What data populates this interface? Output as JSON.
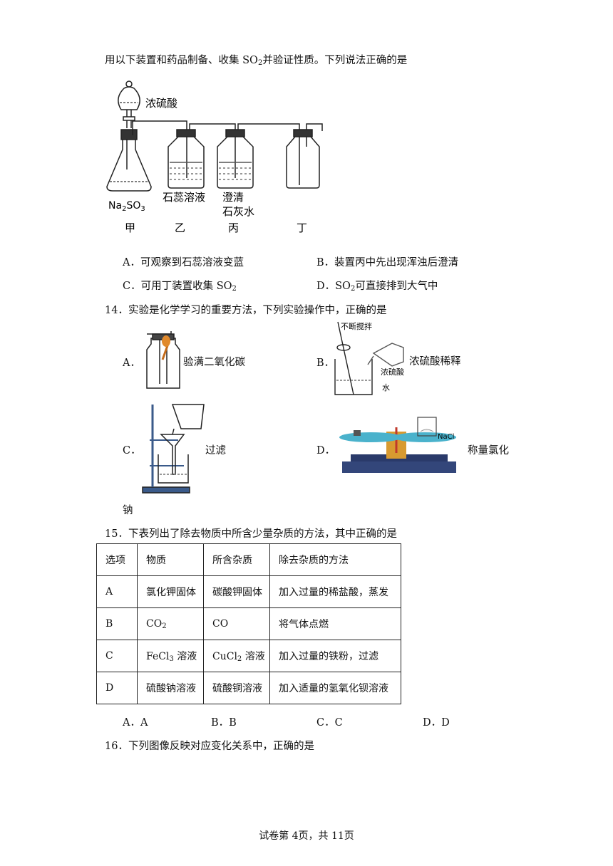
{
  "q13": {
    "stem_pre": "用以下装置和药品制备、收集 SO",
    "stem_sub": "2",
    "stem_post": "并验证性质。下列说法正确的是",
    "labels": {
      "acid": "浓硫酸",
      "reagent_pre": "Na",
      "reagent_sub1": "2",
      "reagent_mid": "SO",
      "reagent_sub2": "3",
      "litmus": "石蕊溶液",
      "lime1": "澄清",
      "lime2": "石灰水",
      "jia": "甲",
      "yi": "乙",
      "bing": "丙",
      "ding": "丁"
    },
    "options": {
      "a": "A．可观察到石蕊溶液变蓝",
      "b": "B．装置丙中先出现浑浊后澄清",
      "c_pre": "C．可用丁装置收集 SO",
      "c_sub": "2",
      "d_pre": "D．SO",
      "d_sub": "2",
      "d_post": "可直接排到大气中"
    }
  },
  "q14": {
    "stem": "14．实验是化学学习的重要方法，下列实验操作中，正确的是",
    "a_letter": "A．",
    "a_text": "验满二氧化碳",
    "b_letter": "B．",
    "b_text": "浓硫酸稀释",
    "b_stir": "不断搅拌",
    "b_acid": "浓硫酸",
    "b_water": "水",
    "c_letter": "C．",
    "c_text": "过滤",
    "d_letter": "D．",
    "d_text": "称量氯化",
    "d_nacl": "NaCl",
    "d_cont": "钠"
  },
  "q15": {
    "stem": "15．下表列出了除去物质中所含少量杂质的方法，其中正确的是",
    "headers": [
      "选项",
      "物质",
      "所含杂质",
      "除去杂质的方法"
    ],
    "rows": [
      {
        "opt": "A",
        "substance": "氯化钾固体",
        "impurity": "碳酸钾固体",
        "method": "加入过量的稀盐酸，蒸发"
      },
      {
        "opt": "B",
        "substance_pre": "CO",
        "substance_sub": "2",
        "impurity": "CO",
        "method": "将气体点燃"
      },
      {
        "opt": "C",
        "substance_pre": "FeCl",
        "substance_sub": "3",
        "substance_post": "溶液",
        "impurity_pre": "CuCl",
        "impurity_sub": "2",
        "impurity_post": "溶液",
        "method": "加入过量的铁粉，过滤"
      },
      {
        "opt": "D",
        "substance": "硫酸钠溶液",
        "impurity": "硫酸铜溶液",
        "method": "加入适量的氢氧化钡溶液"
      }
    ],
    "answers": [
      "A．A",
      "B．B",
      "C．C",
      "D．D"
    ]
  },
  "q16": {
    "stem": "16．下列图像反映对应变化关系中，正确的是"
  },
  "footer": "试卷第 4页，共 11页"
}
